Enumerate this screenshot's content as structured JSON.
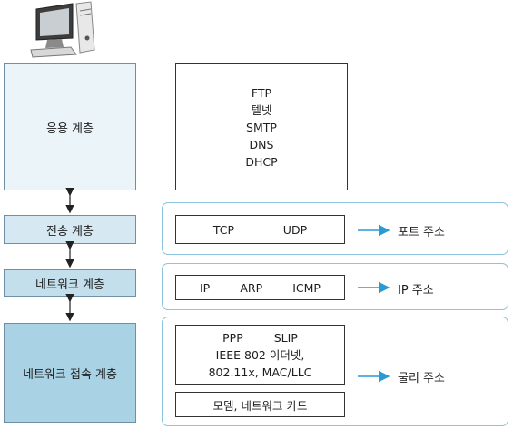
{
  "layers": {
    "application": "응용 계층",
    "transport": "전송 계층",
    "network": "네트워크 계층",
    "access": "네트워크 접속 계층"
  },
  "protocols": {
    "application": [
      "FTP",
      "텔넷",
      "SMTP",
      "DNS",
      "DHCP"
    ],
    "transport": [
      "TCP",
      "UDP"
    ],
    "network": [
      "IP",
      "ARP",
      "ICMP"
    ],
    "access_top": [
      [
        "PPP",
        "SLIP"
      ],
      [
        "IEEE 802 이더넷,"
      ],
      [
        "802.11x, MAC/LLC"
      ]
    ],
    "access_bottom": "모뎀, 네트워크 카드"
  },
  "addresses": {
    "transport": "포트 주소",
    "network": "IP 주소",
    "access": "물리 주소"
  },
  "colors": {
    "application_fill": "#eaf4f9",
    "transport_fill": "#d6e9f2",
    "network_fill": "#c4dfec",
    "access_fill": "#a9d2e4",
    "group_border": "#8cc3de",
    "arrow": "#2a9ad3"
  },
  "icons": [
    "computer-icon"
  ]
}
